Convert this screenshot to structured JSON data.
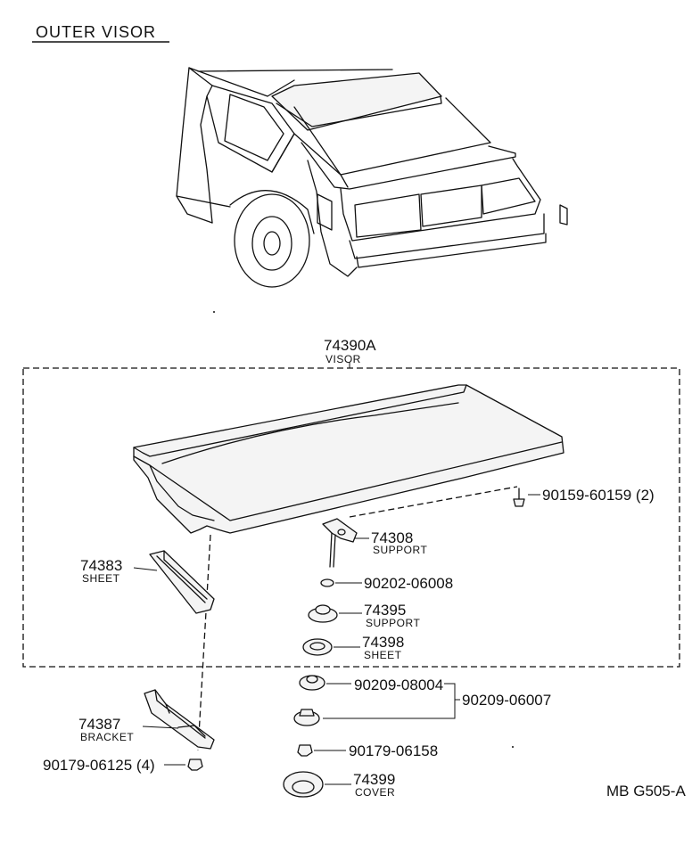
{
  "title": "OUTER VISOR",
  "code": "MB  G505-A",
  "parts": {
    "visor": {
      "number": "74390A",
      "name": "VISOR"
    },
    "p90159": {
      "number": "90159-60159 (2)"
    },
    "support1": {
      "number": "74308",
      "name": "SUPPORT"
    },
    "sheet1": {
      "number": "74383",
      "name": "SHEET"
    },
    "p90202": {
      "number": "90202-06008"
    },
    "support2": {
      "number": "74395",
      "name": "SUPPORT"
    },
    "sheet2": {
      "number": "74398",
      "name": "SHEET"
    },
    "p90209a": {
      "number": "90209-08004"
    },
    "p90209b": {
      "number": "90209-06007"
    },
    "bracket": {
      "number": "74387",
      "name": "BRACKET"
    },
    "p90179a": {
      "number": "90179-06158"
    },
    "p90179b": {
      "number": "90179-06125 (4)"
    },
    "cover": {
      "number": "74399",
      "name": "COVER"
    }
  }
}
